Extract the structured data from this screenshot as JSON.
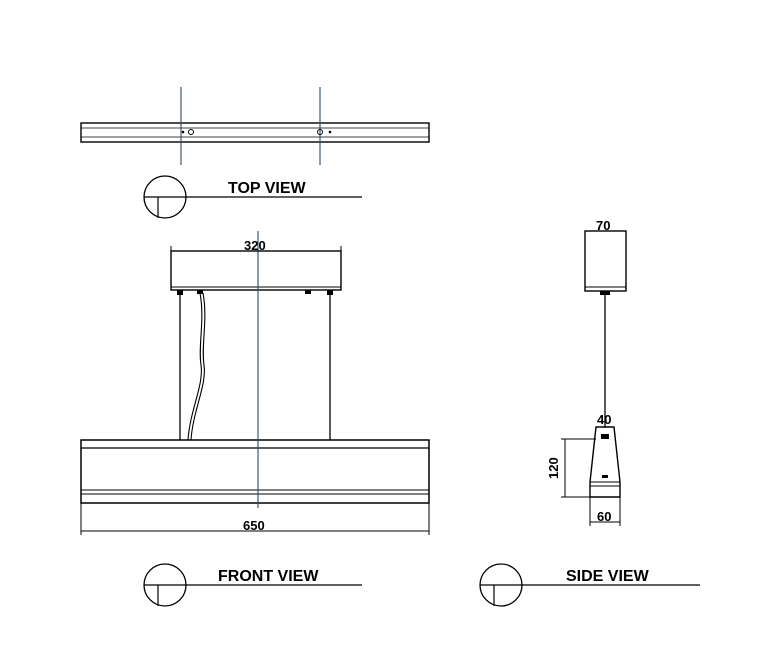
{
  "views": {
    "top": {
      "title": "TOP VIEW"
    },
    "front": {
      "title": "FRONT VIEW"
    },
    "side": {
      "title": "SIDE VIEW"
    }
  },
  "dimensions": {
    "canopy_length": "320",
    "fixture_length": "650",
    "canopy_width": "70",
    "fixture_top_width": "40",
    "fixture_height": "120",
    "fixture_bottom_width": "60"
  },
  "colors": {
    "line": "#000000",
    "axis": "#2a4a6a",
    "background": "#ffffff"
  }
}
